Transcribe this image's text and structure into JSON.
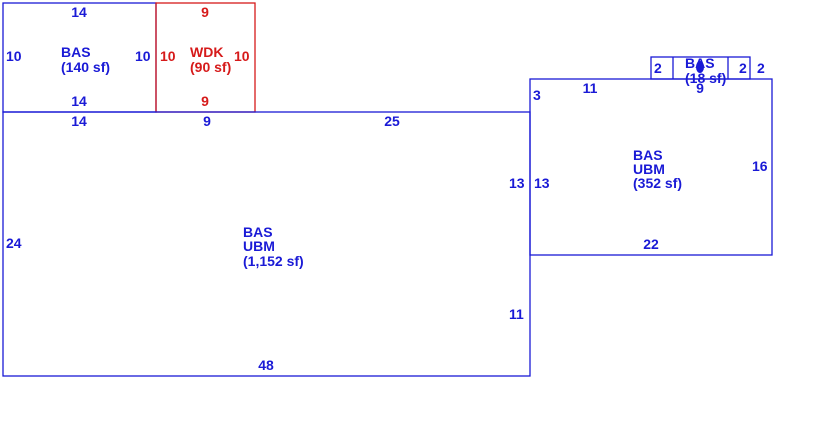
{
  "colors": {
    "blue": "#1a1ad6",
    "red": "#d61a1a",
    "background": "#ffffff"
  },
  "areas": {
    "bas_top": {
      "code": "BAS",
      "area": "(140 sf)",
      "dims": {
        "top": "14",
        "bottom": "14",
        "left": "10",
        "right": "10"
      }
    },
    "wdk": {
      "code": "WDK",
      "area": "(90 sf)",
      "dims": {
        "top": "9",
        "bottom": "9",
        "left": "10",
        "right": "10"
      }
    },
    "main": {
      "code": "BAS",
      "sub": "UBM",
      "area": "(1,152 sf)",
      "dims": {
        "top_a": "14",
        "top_b": "9",
        "top_c": "25",
        "left": "24",
        "right_upper": "13",
        "right_lower": "11",
        "bottom": "48"
      }
    },
    "right_block": {
      "code": "BAS",
      "sub": "UBM",
      "area": "(352 sf)",
      "dims": {
        "left_top": "3",
        "top": "11",
        "left": "13",
        "right": "16",
        "bottom": "22"
      }
    },
    "small_bump": {
      "code": "BAS",
      "area": "(18 sf)",
      "dims": {
        "left": "2",
        "right_inner": "2",
        "right_outer": "2",
        "bottom": "9"
      }
    }
  }
}
